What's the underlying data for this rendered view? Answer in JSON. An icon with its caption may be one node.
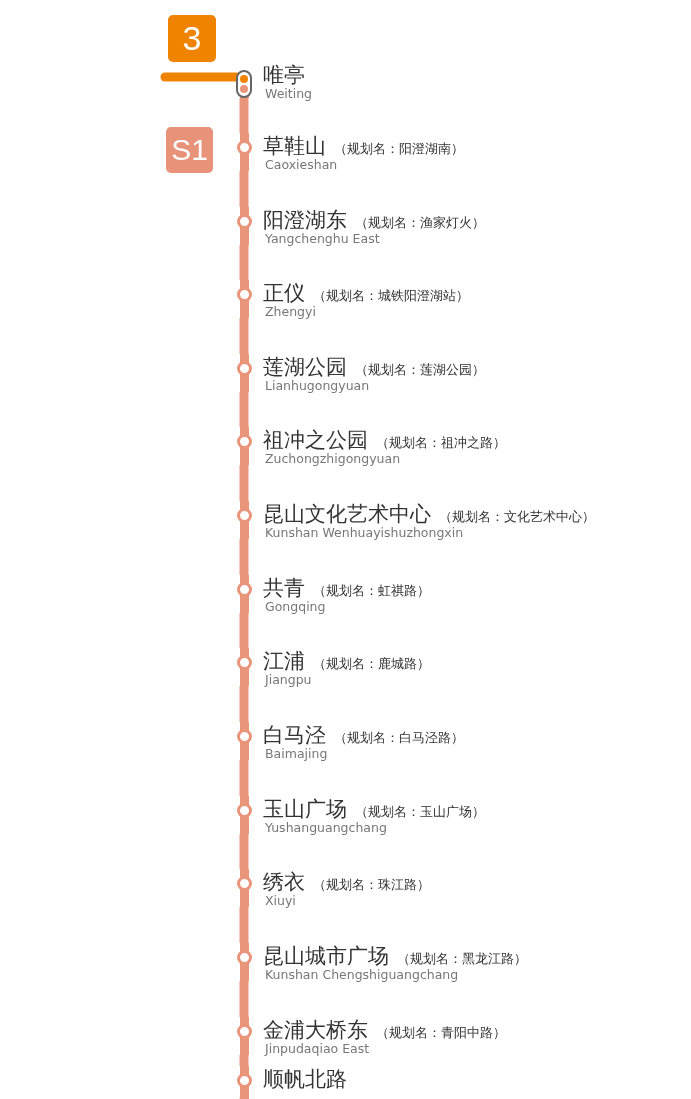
{
  "diagram": {
    "nodes": [
      {
        "text": [
          "唯亭",
          "Weiting"
        ]
      },
      {
        "text": [
          "草鞋山",
          "（规划名：阳澄湖南）",
          "Caoxieshan"
        ]
      },
      {
        "text": [
          "阳澄湖东",
          "（规划名：渔家灯火）",
          "Yangchenghu East"
        ]
      },
      {
        "text": [
          "正仪",
          "（规划名：城铁阳澄湖站）",
          "Zhengyi"
        ]
      },
      {
        "text": [
          "莲湖公园",
          "（规划名：莲湖公园）",
          "Lianhugongyuan"
        ]
      },
      {
        "text": [
          "祖冲之公园",
          "（规划名：祖冲之路）",
          "Zuchongzhigongyuan"
        ]
      },
      {
        "text": [
          "昆山文化艺术中心",
          "（规划名：文化艺术中心）",
          "Kunshan Wenhuayishuzhongxin"
        ]
      },
      {
        "text": [
          "共青",
          "（规划名：虹祺路）",
          "Gongqing"
        ]
      },
      {
        "text": [
          "江浦",
          "（规划名：鹿城路）",
          "Jiangpu"
        ]
      },
      {
        "text": [
          "白马泾",
          "（规划名：白马泾路）",
          "Baimajing"
        ]
      },
      {
        "text": [
          "玉山广场",
          "（规划名：玉山广场）",
          "Yushanguangchang"
        ]
      },
      {
        "text": [
          "绣衣",
          "（规划名：珠江路）",
          "Xiuyi"
        ]
      },
      {
        "text": [
          "昆山城市广场",
          "（规划名：黑龙江路）",
          "Kunshan Chengshiguangchang"
        ]
      },
      {
        "text": [
          "金浦大桥东",
          "（规划名：青阳中路）",
          "Jinpudaqiao East"
        ]
      },
      {
        "text": [
          "顺帆北路"
        ]
      }
    ],
    "edges": [
      {
        "from": null,
        "to": 0,
        "arrow": "none",
        "color": "#f08300"
      },
      {
        "from": 0,
        "to": 1,
        "arrow": "none"
      },
      {
        "from": 1,
        "to": 2,
        "arrow": "none"
      },
      {
        "from": 2,
        "to": 3,
        "arrow": "none"
      },
      {
        "from": 3,
        "to": 4,
        "arrow": "none"
      },
      {
        "from": 4,
        "to": 5,
        "arrow": "none"
      },
      {
        "from": 5,
        "to": 6,
        "arrow": "none"
      },
      {
        "from": 6,
        "to": 7,
        "arrow": "none"
      },
      {
        "from": 7,
        "to": 8,
        "arrow": "none"
      },
      {
        "from": 8,
        "to": 9,
        "arrow": "none"
      },
      {
        "from": 9,
        "to": 10,
        "arrow": "none"
      },
      {
        "from": 10,
        "to": 11,
        "arrow": "none"
      },
      {
        "from": 11,
        "to": 12,
        "arrow": "none"
      },
      {
        "from": 12,
        "to": 13,
        "arrow": "none"
      },
      {
        "from": 13,
        "to": 14,
        "arrow": "none"
      },
      {
        "from": 14,
        "to": null,
        "arrow": "none"
      }
    ],
    "labels": [
      "3",
      "S1"
    ]
  }
}
